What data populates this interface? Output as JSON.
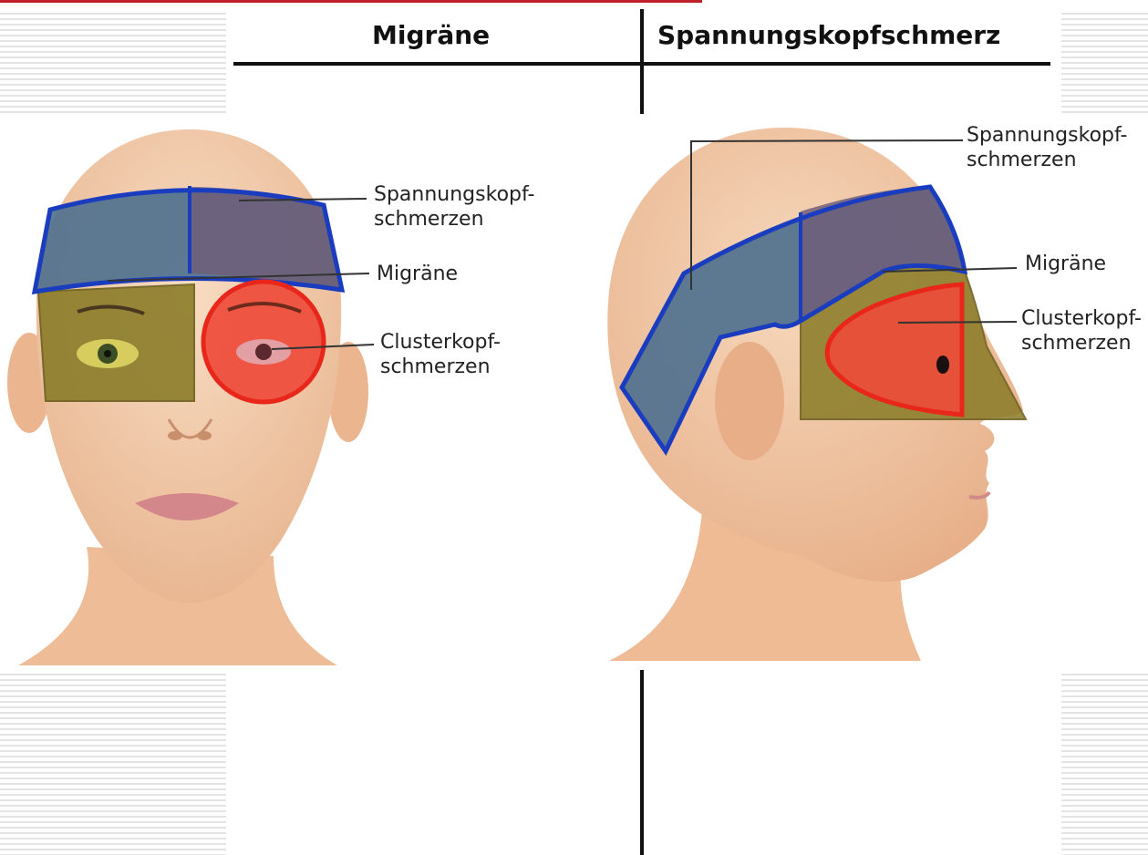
{
  "header": {
    "left_title": "Migräne",
    "right_title": "Spannungskopfschmerz"
  },
  "front_view": {
    "labels": {
      "tension": [
        "Spannungskopf-",
        "schmerzen"
      ],
      "migraine": "Migräne",
      "cluster": [
        "Clusterkopf-",
        "schmerzen"
      ]
    }
  },
  "side_view": {
    "labels": {
      "tension": [
        "Spannungskopf-",
        "schmerzen"
      ],
      "migraine": "Migräne",
      "cluster": [
        "Clusterkopf-",
        "schmerzen"
      ]
    }
  },
  "colors": {
    "accent_bar": "#c0202a",
    "tension_zone": "#4d6f8e",
    "tension_outline": "#1a3dbf",
    "migraine_zone": "#8c7d2a",
    "cluster_zone": "#ee4b3a",
    "cluster_outline": "#e8261a",
    "skin": "#f1c6a2"
  }
}
